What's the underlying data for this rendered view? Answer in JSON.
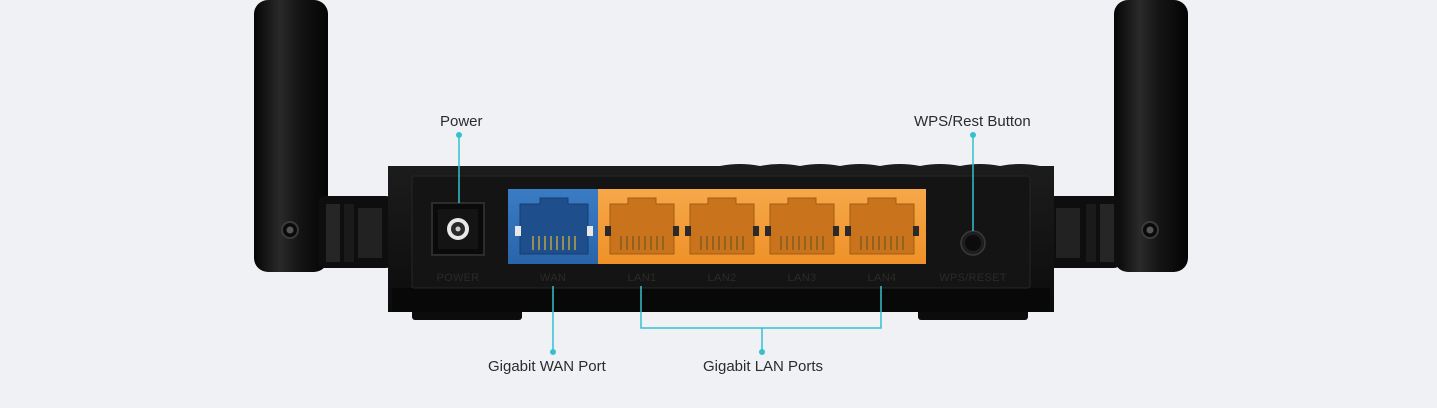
{
  "callouts": {
    "power": "Power",
    "wps": "WPS/Rest Button",
    "wan": "Gigabit WAN Port",
    "lan": "Gigabit LAN Ports"
  },
  "ports": {
    "power": "POWER",
    "wan": "WAN",
    "lan1": "LAN1",
    "lan2": "LAN2",
    "lan3": "LAN3",
    "lan4": "LAN4",
    "wps_reset": "WPS/RESET"
  },
  "colors": {
    "background": "#eff1f4",
    "router_body": "#121212",
    "wan_port": "#2f6fb8",
    "lan_port": "#f29a33",
    "leader_line": "#35c0d0"
  },
  "icons": {
    "antenna": "antenna-icon",
    "power_jack": "power-jack-icon",
    "ethernet_port": "ethernet-port-icon",
    "button": "wps-button-icon"
  }
}
